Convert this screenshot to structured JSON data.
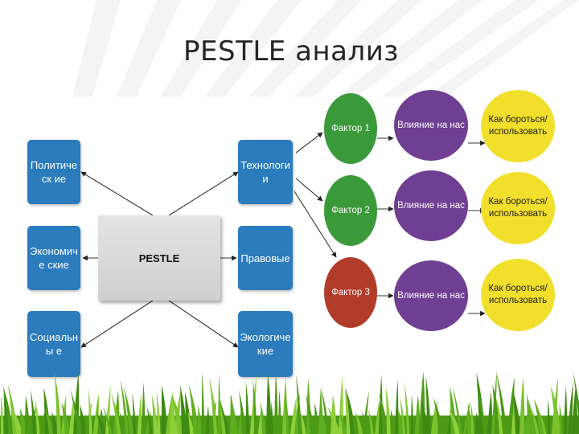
{
  "title": "PESTLE анализ",
  "colors": {
    "blue_box": "#2b7bbd",
    "factor_green": "#3a9a3a",
    "factor_red": "#b23c2a",
    "impact_purple": "#6f3f93",
    "fight_yellow": "#f2df2b",
    "grass_green": "#5fae1f"
  },
  "center": {
    "label": "PESTLE"
  },
  "factors_left": [
    {
      "label": "Политическ ие"
    },
    {
      "label": "Экономиче ские"
    },
    {
      "label": "Социальны е"
    }
  ],
  "factors_right": [
    {
      "label": "Технологии"
    },
    {
      "label": "Правовые"
    },
    {
      "label": "Экологиче кие"
    }
  ],
  "rows": [
    {
      "factor": "Фактор 1",
      "factor_color": "#3a9a3a",
      "impact": "Влияние на нас",
      "fight": "Как бороться/ использовать"
    },
    {
      "factor": "Фактор 2",
      "factor_color": "#3a9a3a",
      "impact": "Влияние на нас",
      "fight": "Как бороться/ использовать"
    },
    {
      "factor": "Фактор 3",
      "factor_color": "#b23c2a",
      "impact": "Влияние на нас",
      "fight": "Как бороться/ использовать"
    }
  ]
}
